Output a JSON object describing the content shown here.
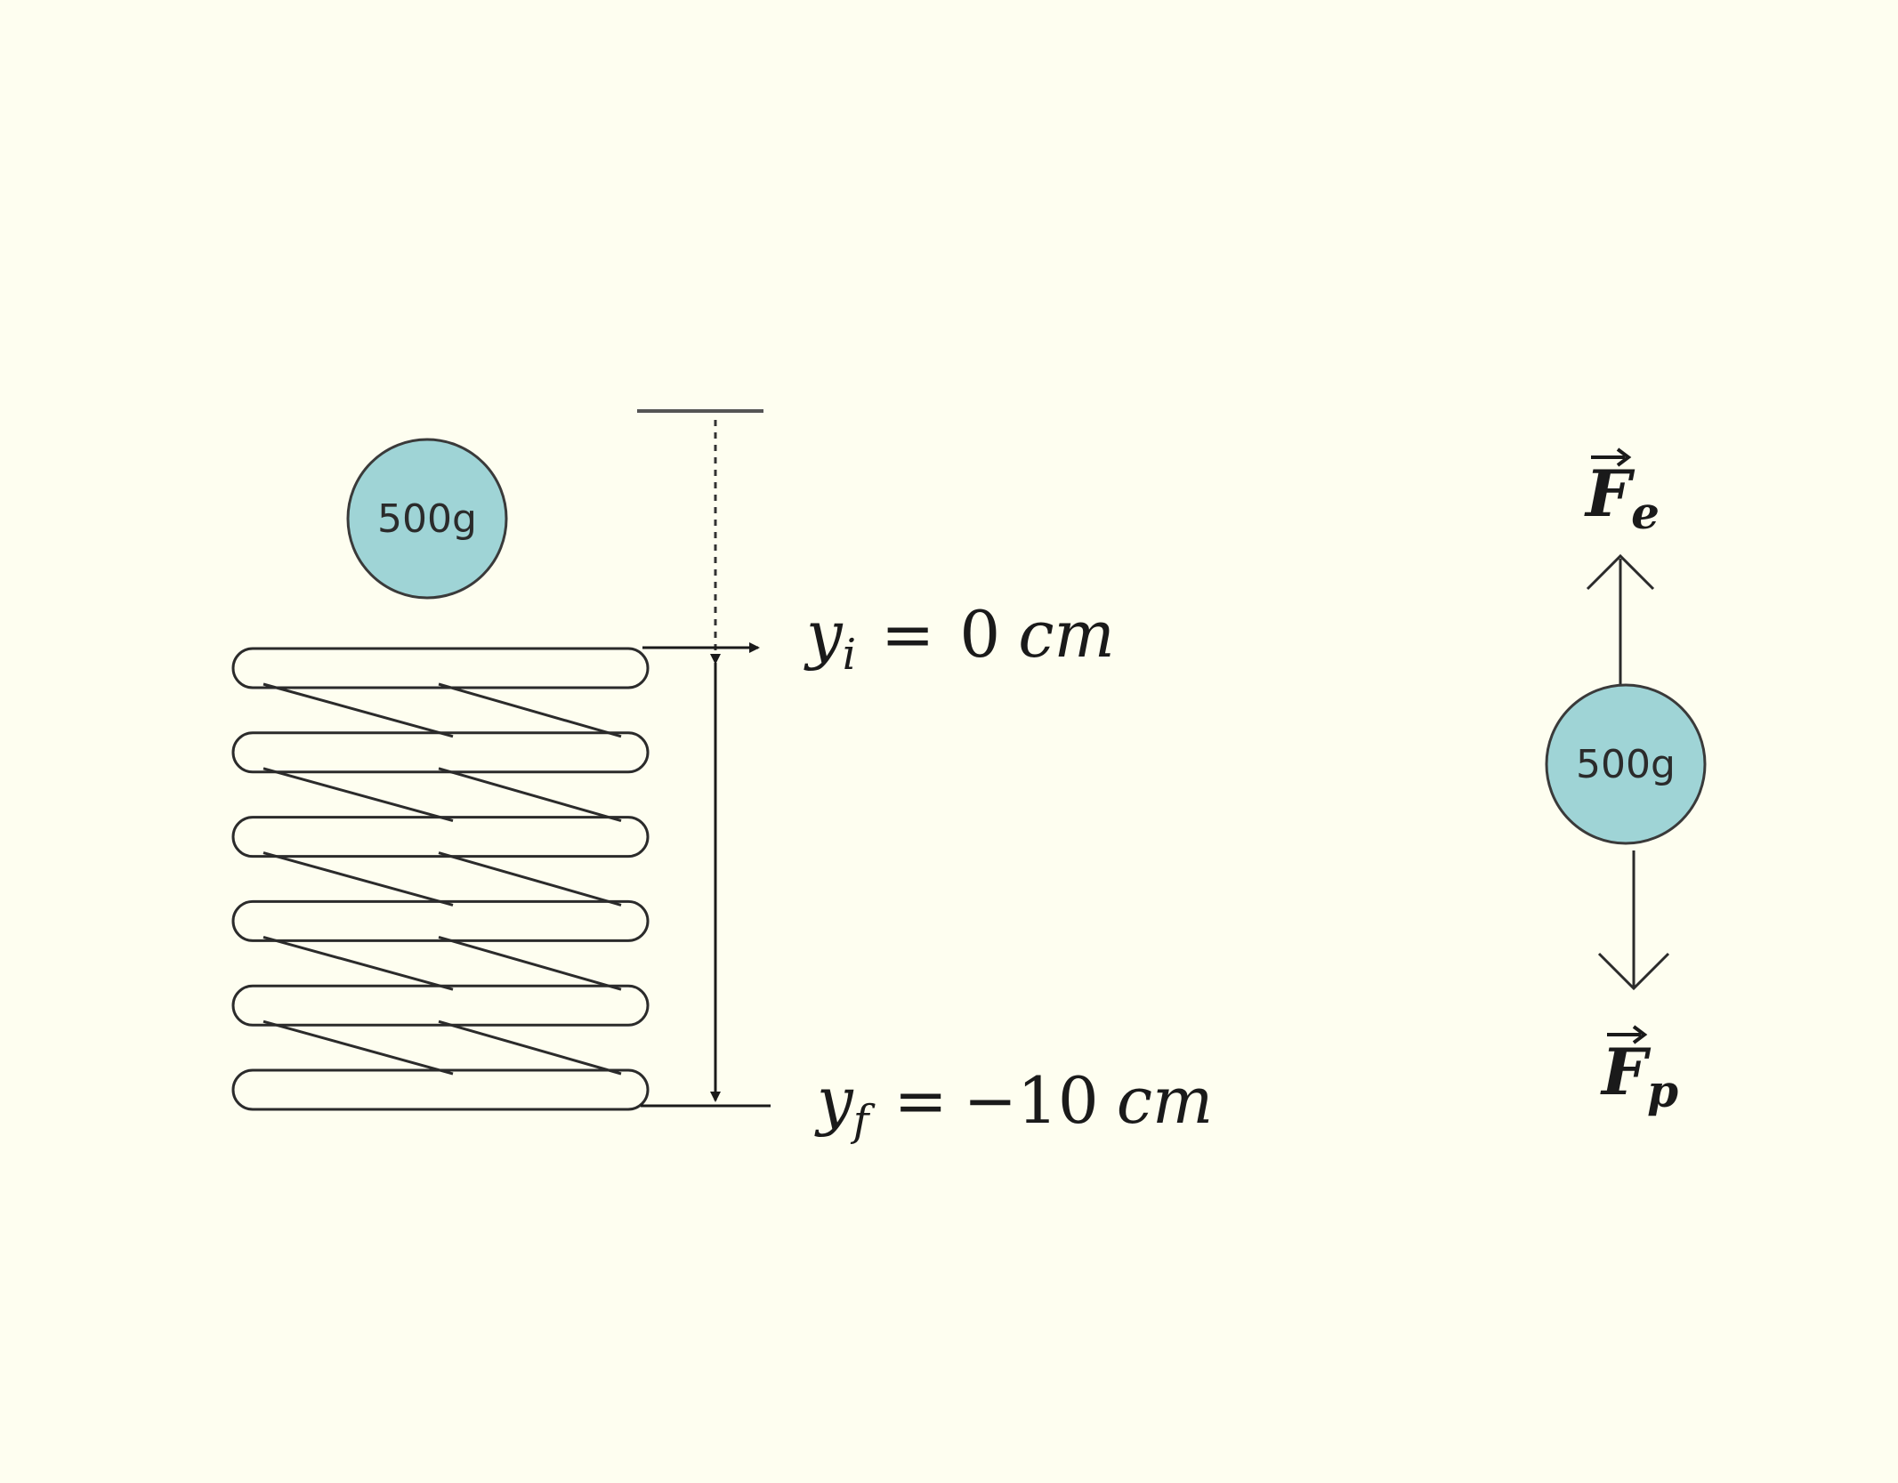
{
  "spring_setup": {
    "mass_label": "500g",
    "initial_position": {
      "symbol": "y",
      "subscript": "i",
      "equals": "=",
      "value": "0",
      "unit": "cm"
    },
    "final_position": {
      "symbol": "y",
      "subscript": "f",
      "equals": "=",
      "value": "−10",
      "unit": "cm"
    },
    "coil_count": 6
  },
  "free_body": {
    "mass_label": "500g",
    "force_up": {
      "symbol": "F",
      "subscript": "e"
    },
    "force_down": {
      "symbol": "F",
      "subscript": "p"
    }
  },
  "colors": {
    "background": "#fefef0",
    "mass_fill": "#9fd4d6",
    "line": "#2b2b2b"
  }
}
